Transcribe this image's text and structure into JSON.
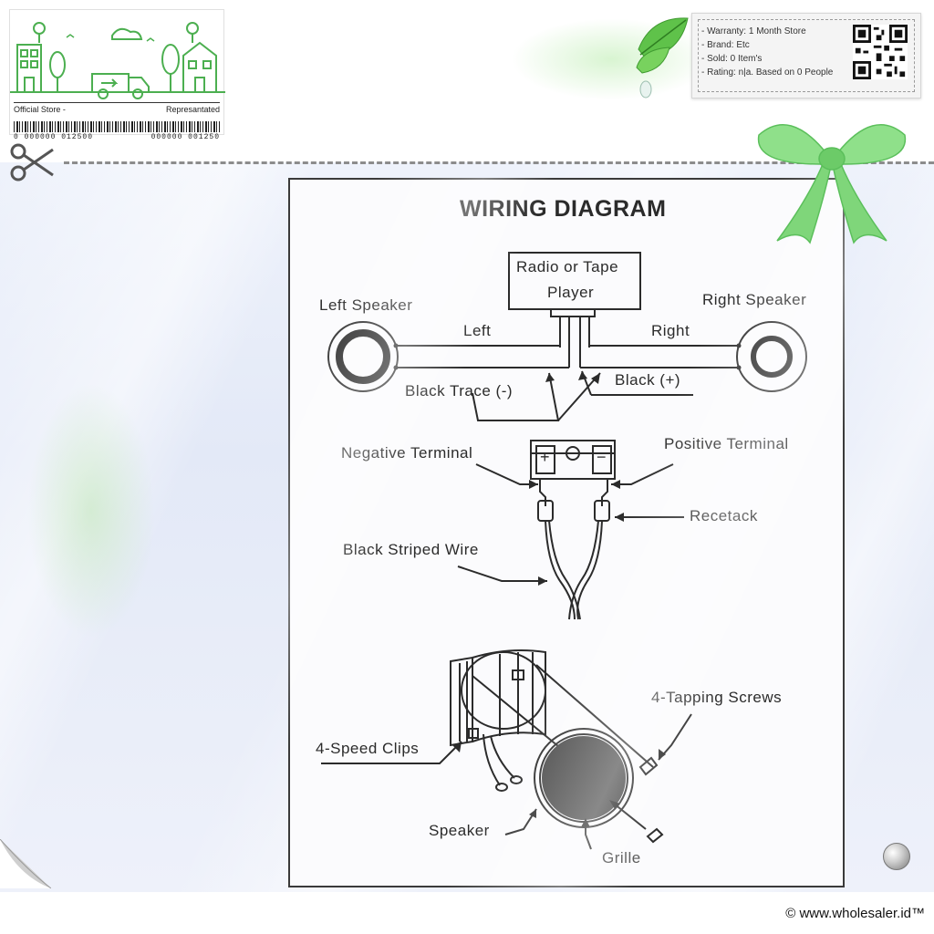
{
  "store_card": {
    "left_label": "Official Store -",
    "right_label": "Represantated",
    "barcode_left": "0 000000 012500",
    "barcode_right": "000000 001250"
  },
  "info_box": {
    "items": [
      "- Warranty: 1 Month Store",
      "- Brand: Etc",
      "- Sold: 0 Item's",
      "- Rating: n|a. Based on 0 People"
    ]
  },
  "diagram": {
    "title": "WIRING DIAGRAM",
    "radio_line1": "Radio or Tape",
    "radio_line2": "Player",
    "left_speaker": "Left Speaker",
    "right_speaker": "Right Speaker",
    "left": "Left",
    "right": "Right",
    "black_trace": "Black  Trace (-)",
    "black_pos": "Black  (+)",
    "negative_terminal": "Negative  Terminal",
    "positive_terminal": "Positive  Terminal",
    "recetack": "Recetack",
    "black_striped_wire": "Black  Striped  Wire",
    "tapping_screws": "4-Tapping Screws",
    "speed_clips": "4-Speed  Clips",
    "speaker": "Speaker",
    "grille": "Grille",
    "terminal_plus": "+",
    "terminal_minus": "−"
  },
  "footer": {
    "copyright": "© www.wholesaler.id™"
  },
  "colors": {
    "accent_green": "#4caf50",
    "ink": "#2b2b2b"
  }
}
